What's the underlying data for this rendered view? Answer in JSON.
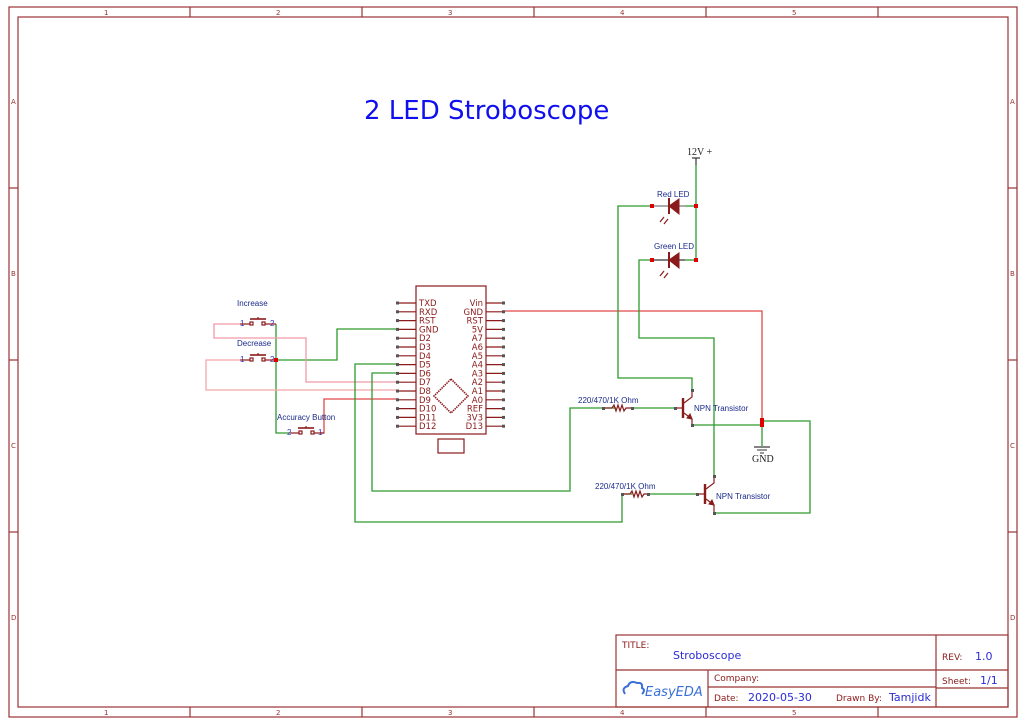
{
  "app": "EasyEDA",
  "sheet_title": "2 LED Stroboscope",
  "frame": {
    "columns": [
      "1",
      "2",
      "3",
      "4",
      "5"
    ],
    "rows": [
      "A",
      "B",
      "C",
      "D"
    ]
  },
  "arduino": {
    "left_pins": [
      "TXD",
      "RXD",
      "RST",
      "GND",
      "D2",
      "D3",
      "D4",
      "D5",
      "D6",
      "D7",
      "D8",
      "D9",
      "D10",
      "D11",
      "D12"
    ],
    "right_pins": [
      "Vin",
      "GND",
      "RST",
      "5V",
      "A7",
      "A6",
      "A5",
      "A4",
      "A3",
      "A2",
      "A1",
      "A0",
      "REF",
      "3V3",
      "D13"
    ]
  },
  "buttons": [
    {
      "name": "Increase",
      "pin_left": "1",
      "pin_right": "2"
    },
    {
      "name": "Decrease",
      "pin_left": "1",
      "pin_right": "2"
    },
    {
      "name": "Accuracy Button",
      "pin_left": "2",
      "pin_right": "1"
    }
  ],
  "power": {
    "supply_label": "12V +",
    "ground_label": "GND"
  },
  "leds": [
    {
      "name": "Red LED"
    },
    {
      "name": "Green LED"
    }
  ],
  "resistors": [
    {
      "label": "220/470/1K Ohm"
    },
    {
      "label": "220/470/1K Ohm"
    }
  ],
  "transistors": [
    {
      "label": "NPN Transistor"
    },
    {
      "label": "NPN Transistor"
    }
  ],
  "title_block": {
    "title_label": "TITLE:",
    "title_value": "Stroboscope",
    "rev_label": "REV:",
    "rev_value": "1.0",
    "company_label": "Company:",
    "company_value": "",
    "sheet_label": "Sheet:",
    "sheet_value": "1/1",
    "date_label": "Date:",
    "date_value": "2020-05-30",
    "drawn_by_label": "Drawn By:",
    "drawn_by_value": "Tamjidk",
    "logo_text": "EasyEDA"
  }
}
